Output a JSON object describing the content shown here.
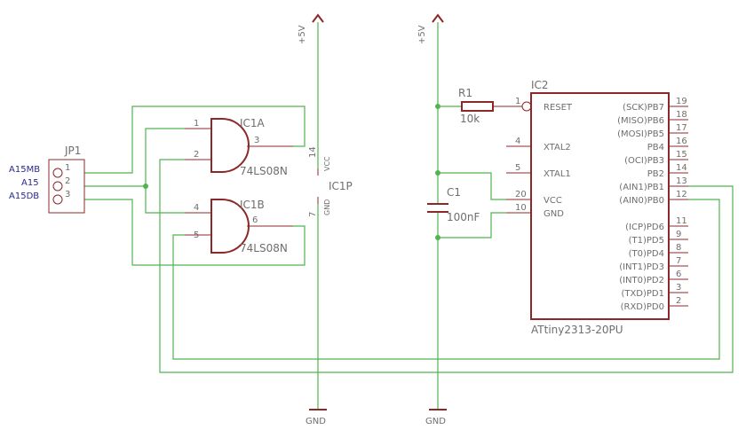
{
  "power": {
    "vcc_label": "+5V",
    "gnd_label": "GND"
  },
  "connector": {
    "name": "JP1",
    "pins": [
      "1",
      "2",
      "3"
    ],
    "signals": [
      "A15MB",
      "A15",
      "A15DB"
    ]
  },
  "gates": {
    "ic1a": {
      "name": "IC1A",
      "type": "74LS08N",
      "in1": "1",
      "in2": "2",
      "out": "3"
    },
    "ic1b": {
      "name": "IC1B",
      "type": "74LS08N",
      "in1": "4",
      "in2": "5",
      "out": "6"
    },
    "ic1p": {
      "name": "IC1P",
      "vcc_pin": "14",
      "vcc": "VCC",
      "gnd_pin": "7",
      "gnd": "GND"
    }
  },
  "resistor": {
    "name": "R1",
    "value": "10k"
  },
  "capacitor": {
    "name": "C1",
    "value": "100nF"
  },
  "mcu": {
    "name": "IC2",
    "part": "ATtiny2313-20PU",
    "left_pins": [
      {
        "num": "1",
        "label": "RESET"
      },
      {
        "num": "4",
        "label": "XTAL2"
      },
      {
        "num": "5",
        "label": "XTAL1"
      },
      {
        "num": "20",
        "label": "VCC"
      },
      {
        "num": "10",
        "label": "GND"
      }
    ],
    "right_pins": [
      {
        "num": "19",
        "label": "(SCK)PB7"
      },
      {
        "num": "18",
        "label": "(MISO)PB6"
      },
      {
        "num": "17",
        "label": "(MOSI)PB5"
      },
      {
        "num": "16",
        "label": "PB4"
      },
      {
        "num": "15",
        "label": "(OCI)PB3"
      },
      {
        "num": "14",
        "label": "PB2"
      },
      {
        "num": "13",
        "label": "(AIN1)PB1"
      },
      {
        "num": "12",
        "label": "(AIN0)PB0"
      },
      {
        "num": "11",
        "label": "(ICP)PD6"
      },
      {
        "num": "9",
        "label": "(T1)PD5"
      },
      {
        "num": "8",
        "label": "(T0)PD4"
      },
      {
        "num": "7",
        "label": "(INT1)PD3"
      },
      {
        "num": "6",
        "label": "(INT0)PD2"
      },
      {
        "num": "3",
        "label": "(TXD)PD1"
      },
      {
        "num": "2",
        "label": "(RXD)PD0"
      }
    ]
  }
}
